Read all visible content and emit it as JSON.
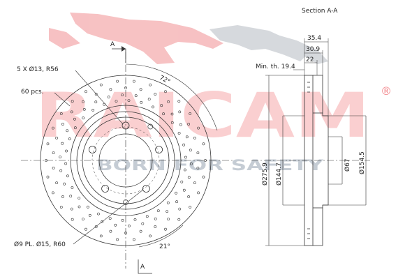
{
  "watermark": {
    "brand": "RAICAM",
    "registered": "®",
    "tagline": "BORN FOR SAFETY",
    "brand_color": "#e8232b",
    "logo_icon": "jaguar-logo-icon"
  },
  "section_title": "Section A-A",
  "section_marker": "A",
  "front_view": {
    "bolt_holes": "5 X Ø13, R56",
    "drill_holes": "60 pcs.",
    "small_holes": "Ø9 PL. Ø15, R60",
    "angle_top": "72°",
    "angle_bottom": "21°"
  },
  "section_view": {
    "min_thickness": "Min. th. 19.4",
    "dims_top": [
      "35.4",
      "30.9",
      "22"
    ],
    "dims_vertical": [
      "Ø275.9",
      "Ø144.7",
      "Ø67",
      "Ø154.5"
    ]
  },
  "colors": {
    "line": "#333333",
    "watermark_light": "#f6b7b9",
    "watermark_grey": "#cfd3d8"
  }
}
